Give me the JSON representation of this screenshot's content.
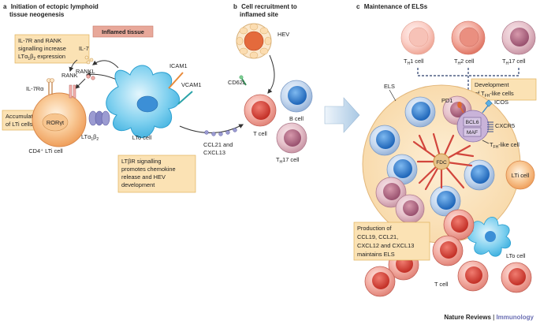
{
  "panels": {
    "a": {
      "letter": "a",
      "title_line1": "Initiation of ectopic lymphoid",
      "title_line2": "tissue neogenesis"
    },
    "b": {
      "letter": "b",
      "title_line1": "Cell recruitment to",
      "title_line2": "inflamed site"
    },
    "c": {
      "letter": "c",
      "title": "Maintenance of ELSs"
    }
  },
  "labels": {
    "inflamed_tissue": "Inflamed tissue",
    "il7": "IL-7",
    "rankl": "RANKL",
    "rank": "RANK",
    "il7ra": "IL-7Rα",
    "icam1": "ICAM1",
    "vcam1": "VCAM1",
    "ror": "RORγt",
    "lti_cell": "CD4⁺ LTi cell",
    "lta_main": "LTα",
    "lta_sub": "1",
    "ltb_main": "β",
    "ltb_sub": "2",
    "lto_cell": "LTo cell",
    "hev": "HEV",
    "cd62l": "CD62L",
    "t_cell": "T cell",
    "b_cell": "B cell",
    "th17_b_main": "T",
    "th17_b_sub": "H",
    "th17_b_tail": "17 cell",
    "ccl21_line1": "CCL21 and",
    "ccl21_line2": "CXCL13",
    "th1_main": "T",
    "th1_sub": "H",
    "th1_tail": "1 cell",
    "th2_main": "T",
    "th2_sub": "H",
    "th2_tail": "2 cell",
    "th17_c_main": "T",
    "th17_c_sub": "H",
    "th17_c_tail": "17 cell",
    "els": "ELS",
    "pd1": "PD1",
    "icos": "ICOS",
    "bcl6": "BCL6",
    "maf": "MAF",
    "cxcr5": "CXCR5",
    "tfh_main": "T",
    "tfh_sub": "FH",
    "tfh_tail": "-like cell",
    "fdc": "FDC",
    "lti_c": "LTi cell",
    "lto_c": "LTo cell",
    "t_cell_c": "T cell"
  },
  "boxes": {
    "il7r_line1": "IL-7R and RANK",
    "il7r_line2": "signalling increase",
    "il7r_line3_main": "LTα",
    "il7r_line3_sub1": "1",
    "il7r_line3_mid": "β",
    "il7r_line3_sub2": "2",
    "il7r_line3_tail": " expression",
    "accum_line1": "Accumulation",
    "accum_line2": "of LTi cells",
    "ltbr_line1": "LTβR signalling",
    "ltbr_line2": "promotes chemokine",
    "ltbr_line3": "release and HEV",
    "ltbr_line4": "development",
    "dev_line1": "Development",
    "dev_line2_main": "of T",
    "dev_line2_sub": "FH",
    "dev_line2_tail": "-like cells",
    "prod_line1": "Production of",
    "prod_line2": "CCL19, CCL21,",
    "prod_line3": "CXCL12 and CXCL13",
    "prod_line4": "maintains ELS"
  },
  "footer": {
    "journal": "Nature Reviews",
    "separator": " | ",
    "section": "Immunology"
  },
  "colors": {
    "panel_letter": "#1a1a1a",
    "label_box_fill": "#fbe2b4",
    "label_box_stroke": "#e0b25c",
    "inflamed_fill": "#e8a89a",
    "lti_cell": "#f6b57c",
    "lto_cell": "#4fbde4",
    "t_cell": "#d9413a",
    "b_cell": "#2f7fd0",
    "th17_cell": "#b46d8a",
    "th1_cell": "#f3b3a6",
    "th2_cell": "#e47a6c",
    "els_fill": "#fbe3bd",
    "fdc": "#d2453c",
    "dashed_line": "#2b3e6b",
    "footer_accent": "#6b6fb3"
  }
}
